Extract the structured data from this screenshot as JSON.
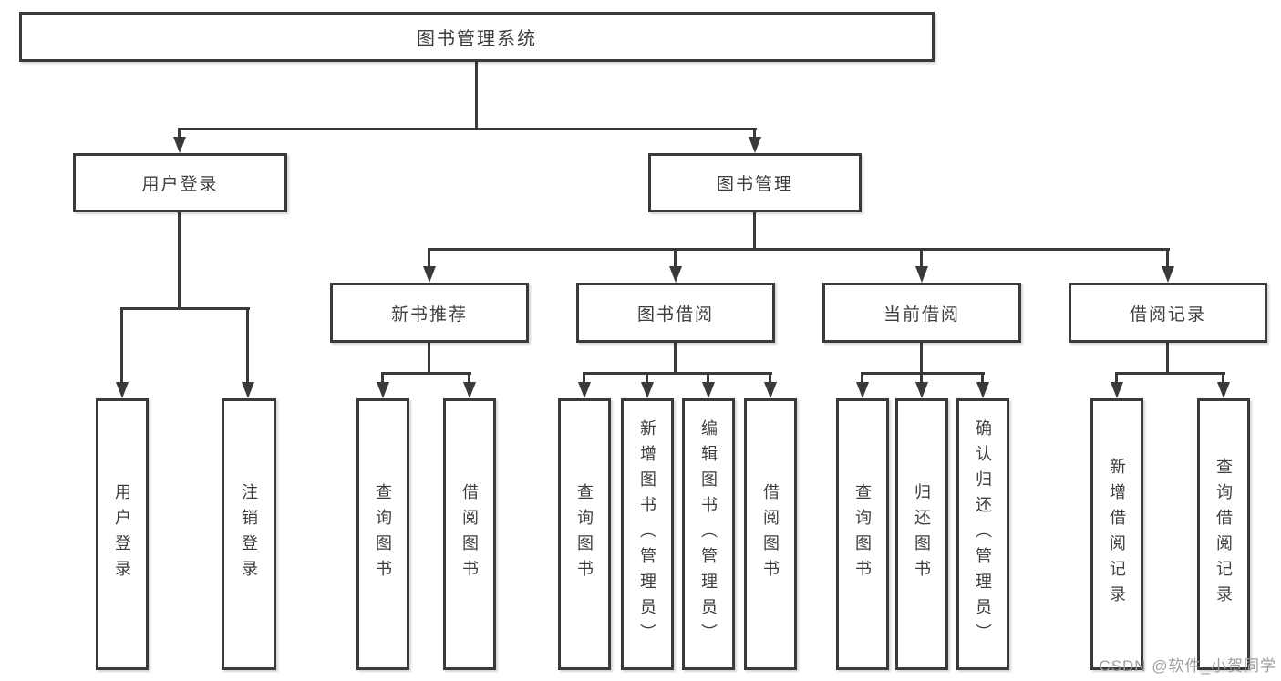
{
  "colors": {
    "line": "#3a3a3a",
    "text": "#3d3d3d",
    "watermark": "#9e9e9e",
    "background": "#ffffff"
  },
  "nodes": {
    "root": "图书管理系统",
    "level2": [
      {
        "label": "用户登录"
      },
      {
        "label": "图书管理"
      }
    ],
    "level3": [
      {
        "label": "新书推荐"
      },
      {
        "label": "图书借阅"
      },
      {
        "label": "当前借阅"
      },
      {
        "label": "借阅记录"
      }
    ],
    "leaves": {
      "user_login_group": [
        "用户登录",
        "注销登录"
      ],
      "new_book_group": [
        "查询图书",
        "借阅图书"
      ],
      "book_borrow_group": [
        "查询图书",
        "新增图书（管理员）",
        "编辑图书（管理员）",
        "借阅图书"
      ],
      "current_borrow_group": [
        "查询图书",
        "归还图书",
        "确认归还（管理员）"
      ],
      "record_group": [
        "新增借阅记录",
        "查询借阅记录"
      ]
    }
  },
  "watermark": {
    "text": "CSDN @软件_小贺同学"
  }
}
